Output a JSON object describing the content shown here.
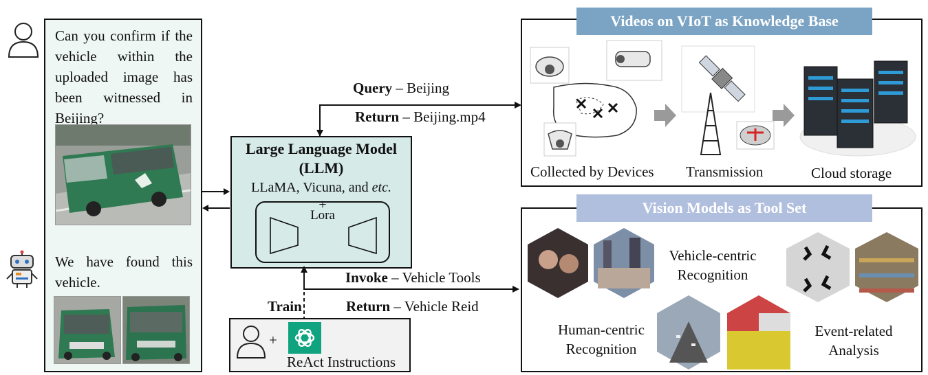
{
  "chat": {
    "question": "Can you confirm if the vehicle within the uploaded image has been witnessed in Beijing?",
    "answer": "We have found this vehicle."
  },
  "llm": {
    "title_line1": "Large Language Model",
    "title_line2": "(LLM)",
    "models_prefix": "LLaMA, Vicuna, and ",
    "models_etc": "etc.",
    "plus": "+",
    "lora": "Lora"
  },
  "react": {
    "plus": "+",
    "label": "ReAct Instructions",
    "train": "Train"
  },
  "arrows": {
    "query_key": "Query",
    "query_value": " – Beijing",
    "return1_key": "Return",
    "return1_value": " – Beijing.mp4",
    "invoke_key": "Invoke",
    "invoke_value": " – Vehicle Tools",
    "return2_key": "Return",
    "return2_value": " – Vehicle Reid"
  },
  "knowledge_base": {
    "banner": "Videos on VIoT as Knowledge Base",
    "steps": [
      "Collected by Devices",
      "Transmission",
      "Cloud storage"
    ]
  },
  "vision_models": {
    "banner": "Vision Models as Tool Set",
    "vehicle_line1": "Vehicle-centric",
    "vehicle_line2": "Recognition",
    "human_line1": "Human-centric",
    "human_line2": "Recognition",
    "event_line1": "Event-related",
    "event_line2": "Analysis"
  },
  "colors": {
    "banner_top": "#7aa3c4",
    "banner_bottom": "#b1bfde",
    "chat_bg": "#eef7f3",
    "llm_bg": "#d6ebe8",
    "bus_green": "#2f7a52",
    "openai_green": "#10a37f"
  }
}
